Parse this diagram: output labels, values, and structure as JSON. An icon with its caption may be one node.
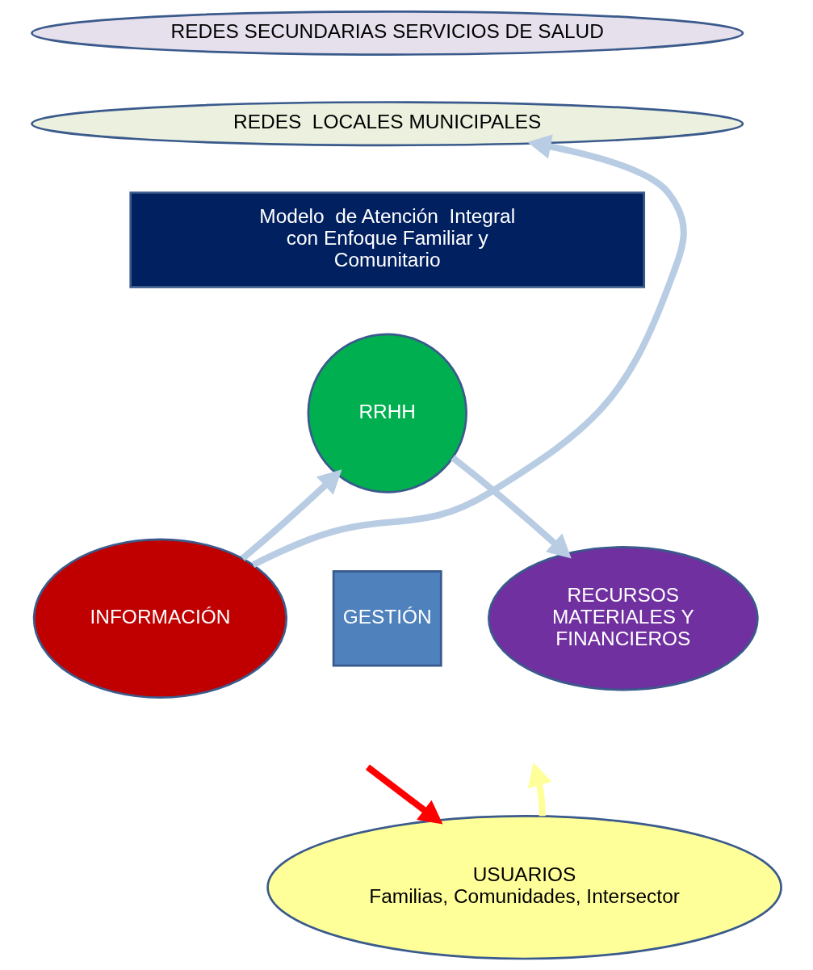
{
  "diagram": {
    "nodes": [
      {
        "text": [
          "REDES SECUNDARIAS SERVICIOS DE SALUD"
        ]
      },
      {
        "text": [
          "REDES  LOCALES MUNICIPALES"
        ]
      },
      {
        "text": [
          "Modelo  de Atención  Integral con Enfoque Familiar y Comunitario"
        ]
      },
      {
        "text": [
          "RRHH"
        ]
      },
      {
        "text": [
          "INFORMACIÓN"
        ]
      },
      {
        "text": [
          "GESTIÓN"
        ]
      },
      {
        "text": [
          "RECURSOS MATERIALES Y FINANCIEROS"
        ]
      },
      {
        "text": [
          "USUARIOS",
          "Familias, Comunidades, Intersector"
        ]
      }
    ],
    "edges": [
      {
        "from": 4,
        "to": 1,
        "arrow": "to"
      },
      {
        "from": 4,
        "to": 3,
        "arrow": "to"
      },
      {
        "from": 3,
        "to": 6,
        "arrow": "to"
      },
      {
        "from": null,
        "to": 7,
        "arrow": "to",
        "color": "#ff0000"
      },
      {
        "from": 7,
        "to": null,
        "arrow": "to",
        "color": "#ffff99"
      }
    ]
  }
}
